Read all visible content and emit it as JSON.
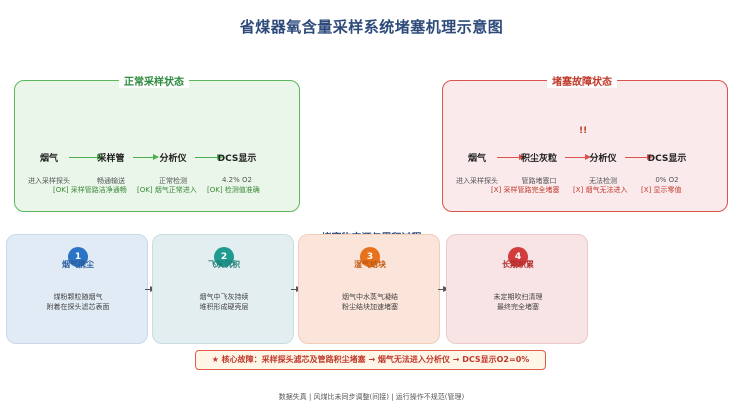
{
  "title": "省煤器氧含量采样系统堵塞机理示意图",
  "normal": {
    "title": "正常采样状态",
    "nodes": [
      {
        "name": "烟气",
        "sub": "进入采样探头"
      },
      {
        "name": "采样管",
        "sub": "畅通输送"
      },
      {
        "name": "分析仪",
        "sub": "正常检测"
      },
      {
        "name": "DCS显示",
        "sub": "4.2% O2"
      }
    ],
    "statuses": [
      "[OK] 采样管路洁净通畅",
      "[OK] 烟气正常进入",
      "[OK] 检测值准确"
    ]
  },
  "fault": {
    "title": "堵塞故障状态",
    "alert": "!!",
    "nodes": [
      {
        "name": "烟气",
        "sub": "进入采样探头"
      },
      {
        "name": "积尘灰粒",
        "sub": "管路堵塞口"
      },
      {
        "name": "分析仪",
        "sub": "无法检测"
      },
      {
        "name": "DCS显示",
        "sub": "0% O2"
      }
    ],
    "statuses": [
      "[X] 采样管路完全堵塞",
      "[X] 烟气无法进入",
      "[X] 显示零值"
    ]
  },
  "process": {
    "title": "堵塞物来源与累积过程",
    "stages": [
      {
        "num": "1",
        "name": "烟气携尘",
        "desc": [
          "煤粉颗粒随烟气",
          "附着在探头滤芯表面"
        ]
      },
      {
        "num": "2",
        "name": "飞灰沉积",
        "desc": [
          "烟气中飞灰持续",
          "堆积形成硬壳层"
        ]
      },
      {
        "num": "3",
        "name": "湿气结块",
        "desc": [
          "烟气中水蒸气凝结",
          "粉尘结块加速堵塞"
        ]
      },
      {
        "num": "4",
        "name": "长期积累",
        "desc": [
          "未定期吹扫清理",
          "最终完全堵塞"
        ]
      }
    ]
  },
  "core": "★ 核心故障：采样探头滤芯及管路积尘堵塞 → 烟气无法进入分析仪 → DCS显示O2=0%",
  "footer": "数据失真 | 风煤比未同步调整(间接) | 运行操作不规范(管理)"
}
